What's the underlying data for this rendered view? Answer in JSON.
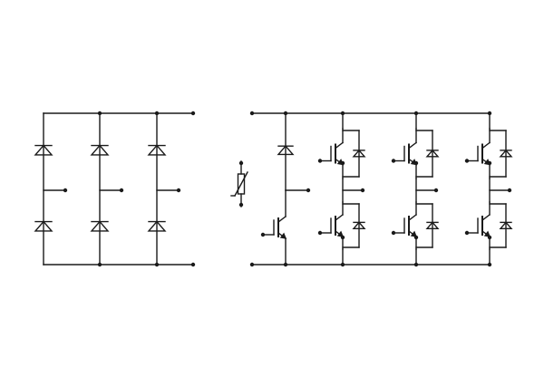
{
  "diagram": {
    "stroke_color": "#1a1a1a",
    "background_color": "#ffffff",
    "rectifier": {
      "legs": 3,
      "devices_per_leg": 2,
      "device_type": "diode",
      "phase_terminals": 3,
      "dc_terminals": 2
    },
    "brake_chopper": {
      "devices": [
        "diode",
        "igbt"
      ],
      "temperature_sensor": "ntc-thermistor"
    },
    "inverter": {
      "legs": 3,
      "devices_per_leg": 2,
      "device_type": "igbt-with-antiparallel-diode"
    }
  }
}
